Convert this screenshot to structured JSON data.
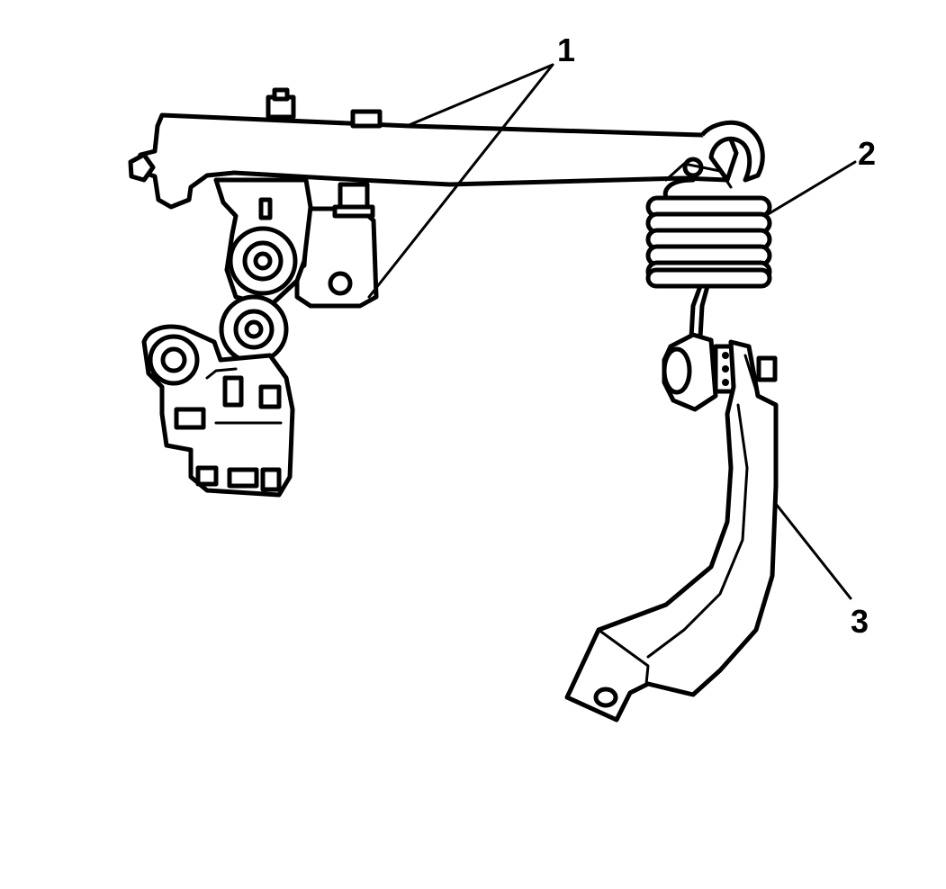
{
  "callouts": [
    {
      "id": "1",
      "label": "1"
    },
    {
      "id": "2",
      "label": "2"
    },
    {
      "id": "3",
      "label": "3"
    }
  ],
  "colors": {
    "stroke": "#000000",
    "background": "#ffffff"
  }
}
